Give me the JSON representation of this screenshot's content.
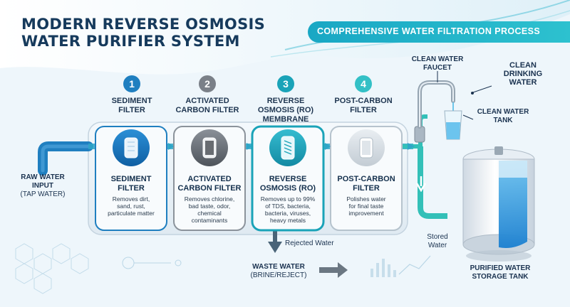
{
  "header": {
    "title_line1": "MODERN REVERSE OSMOSIS",
    "title_line2": "WATER PURIFIER SYSTEM",
    "banner": "COMPREHENSIVE WATER FILTRATION PROCESS"
  },
  "input": {
    "line1": "RAW WATER",
    "line2": "INPUT",
    "line3": "(TAP WATER)"
  },
  "stages": [
    {
      "number": "1",
      "label1": "SEDIMENT",
      "label2": "FILTER",
      "label3": "",
      "name1": "SEDIMENT",
      "name2": "FILTER",
      "desc1": "Removes dirt,",
      "desc2": "sand, rust,",
      "desc3": "particulate matter",
      "desc4": "",
      "color": "#1f7fc0"
    },
    {
      "number": "2",
      "label1": "ACTIVATED",
      "label2": "CARBON FILTER",
      "label3": "",
      "name1": "ACTIVATED",
      "name2": "CARBON FILTER",
      "desc1": "Removes chlorine,",
      "desc2": "bad taste, odor,",
      "desc3": "chemical",
      "desc4": "contaminants",
      "color": "#7a8088"
    },
    {
      "number": "3",
      "label1": "REVERSE",
      "label2": "OSMOSIS (RO)",
      "label3": "MEMBRANE",
      "name1": "REVERSE",
      "name2": "OSMOSIS (RO)",
      "desc1": "Removes up to 99%",
      "desc2": "of TDS, bacteria,",
      "desc3": "bacteria, viruses,",
      "desc4": "heavy metals",
      "color": "#1aa3b8"
    },
    {
      "number": "4",
      "label1": "POST-CARBON",
      "label2": "FILTER",
      "label3": "",
      "name1": "POST-CARBON",
      "name2": "FILTER",
      "desc1": "Polishes water",
      "desc2": "for final taste",
      "desc3": "improvement",
      "desc4": "",
      "color": "#33c0c6"
    }
  ],
  "outputs": {
    "faucet_line1": "CLEAN WATER",
    "faucet_line2": "FAUCET",
    "drinking_line1": "CLEAN",
    "drinking_line2": "DRINKING",
    "drinking_line3": "WATER",
    "tank_label_line1": "CLEAN WATER",
    "tank_label_line2": "TANK",
    "stored_line1": "Stored",
    "stored_line2": "Water",
    "storage_line1": "PURIFIED WATER",
    "storage_line2": "STORAGE TANK",
    "rejected": "Rejected Water",
    "waste_line1": "WASTE WATER",
    "waste_line2": "(BRINE/REJECT)"
  },
  "colors": {
    "navy": "#163a5c",
    "blue": "#1f7fc0",
    "teal": "#1aa3b8",
    "pipe_green": "#33c0b8",
    "gray": "#6c7480"
  },
  "icons": [
    "arrow-right-icon",
    "arrow-down-icon",
    "filter-cartridge-icon",
    "faucet-icon",
    "glass-icon",
    "storage-tank-icon"
  ]
}
